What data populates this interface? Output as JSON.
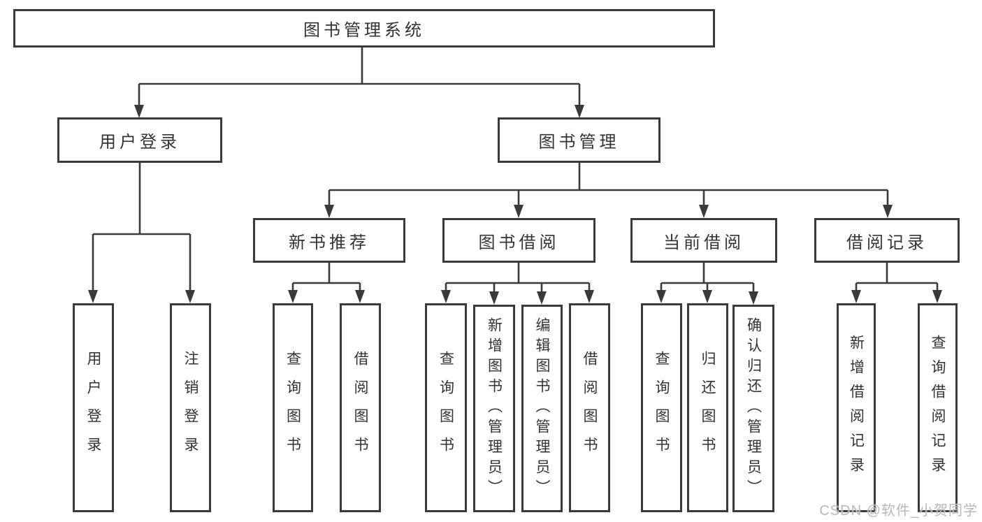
{
  "tree": {
    "label": "图书管理系统",
    "children": [
      {
        "label": "用户登录",
        "children": [
          {
            "label": "用户登录"
          },
          {
            "label": "注销登录"
          }
        ]
      },
      {
        "label": "图书管理",
        "children": [
          {
            "label": "新书推荐",
            "children": [
              {
                "label": "查询图书"
              },
              {
                "label": "借阅图书"
              }
            ]
          },
          {
            "label": "图书借阅",
            "children": [
              {
                "label": "查询图书"
              },
              {
                "label": "新增图书（管理员）"
              },
              {
                "label": "编辑图书（管理员）"
              },
              {
                "label": "借阅图书"
              }
            ]
          },
          {
            "label": "当前借阅",
            "children": [
              {
                "label": "查询图书"
              },
              {
                "label": "归还图书"
              },
              {
                "label": "确认归还（管理员）"
              }
            ]
          },
          {
            "label": "借阅记录",
            "children": [
              {
                "label": "新增借阅记录"
              },
              {
                "label": "查询借阅记录"
              }
            ]
          }
        ]
      }
    ]
  },
  "watermark": "CSDN @软件_小贺同学",
  "colors": {
    "line": "#3a3a3a",
    "text": "#333333",
    "watermark": "#b8b8b8",
    "background": "#ffffff"
  }
}
